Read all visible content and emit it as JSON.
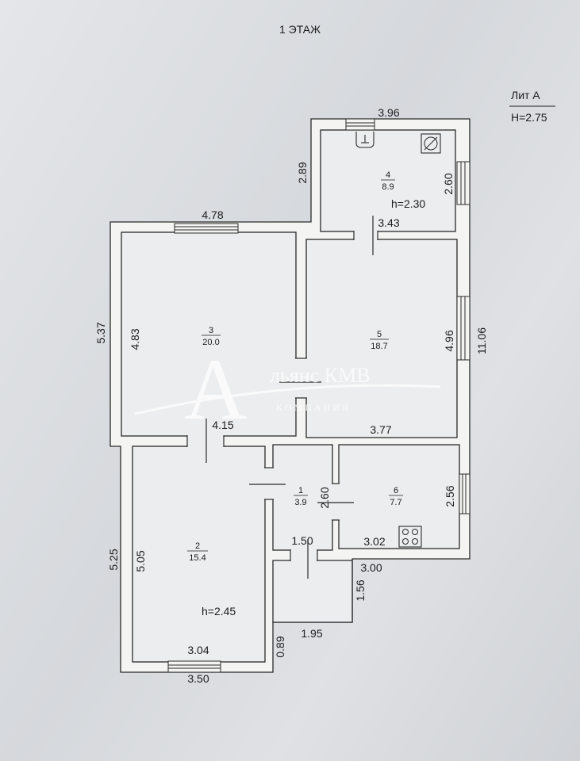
{
  "floor_title": "1 ЭТАЖ",
  "lit": {
    "name": "Лит А",
    "height": "H=2.75"
  },
  "rooms": [
    {
      "id": "room-1",
      "number": "1",
      "area": "3.9"
    },
    {
      "id": "room-2",
      "number": "2",
      "area": "15.4"
    },
    {
      "id": "room-3",
      "number": "3",
      "area": "20.0"
    },
    {
      "id": "room-4",
      "number": "4",
      "area": "8.9"
    },
    {
      "id": "room-5",
      "number": "5",
      "area": "18.7"
    },
    {
      "id": "room-6",
      "number": "6",
      "area": "7.7"
    }
  ],
  "heights": {
    "room4": "h=2.30",
    "room2": "h=2.45"
  },
  "dimensions": {
    "top_396": "3.96",
    "left_289": "2.89",
    "right_260": "2.60",
    "mid_343": "3.43",
    "top_478": "4.78",
    "outer_537": "5.37",
    "inner_483": "4.83",
    "inner_496": "4.96",
    "outer_1106": "11.06",
    "mid_415": "4.15",
    "mid_377": "3.77",
    "v_260": "2.60",
    "v_256": "2.56",
    "outer_525": "5.25",
    "inner_505": "5.05",
    "h_150": "1.50",
    "h_302": "3.02",
    "h_300": "3.00",
    "v_156": "1.56",
    "h_195": "1.95",
    "v_089": "0.89",
    "h_304": "3.04",
    "h_350": "3.50"
  },
  "watermark": {
    "letter": "А",
    "brand": "льянс КМВ",
    "sub": "К О М П А Н И Я"
  },
  "icons": {
    "boiler": "boiler-icon",
    "sink": "sink-icon",
    "stove": "stove-icon"
  }
}
